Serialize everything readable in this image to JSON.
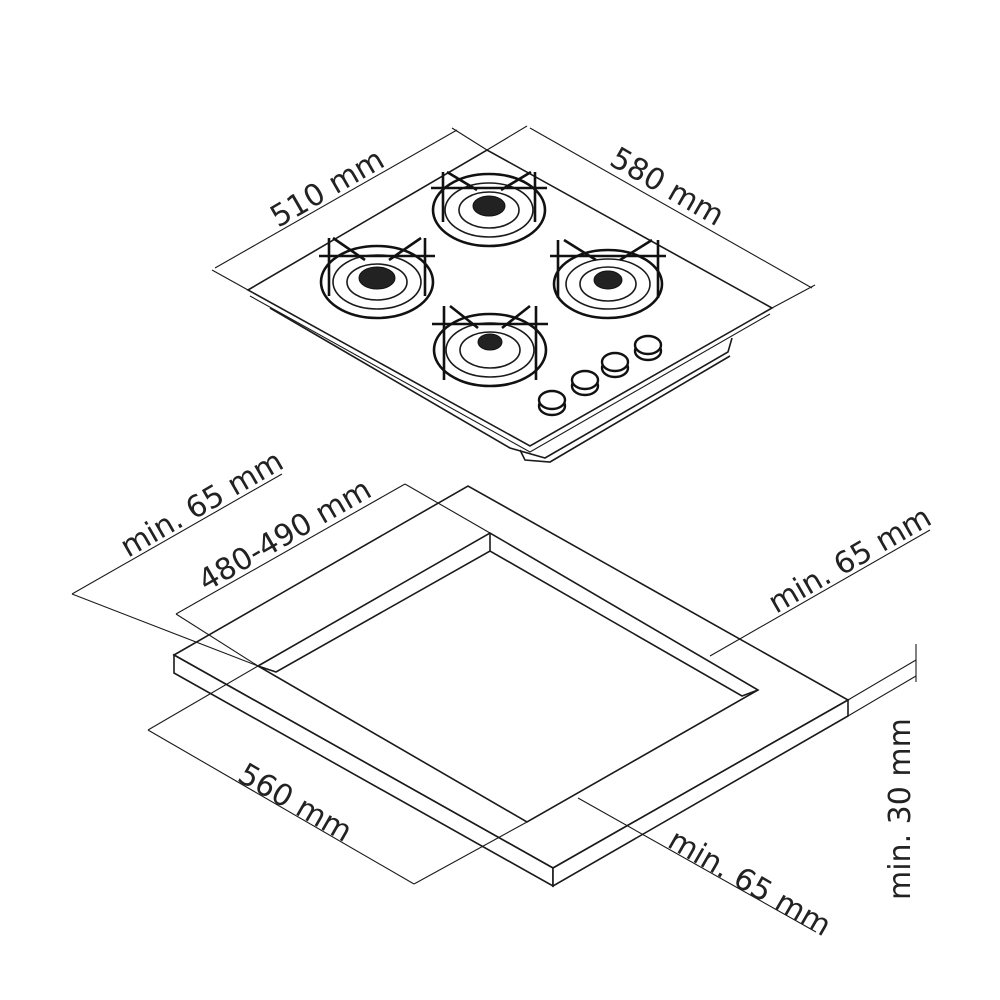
{
  "dimensions": {
    "hob_width": "510 mm",
    "hob_depth": "580 mm",
    "clearance_back": "min. 65 mm",
    "cutout_depth": "480-490 mm",
    "clearance_right": "min. 65 mm",
    "cutout_width": "560 mm",
    "clearance_front": "min. 65 mm",
    "worktop_thickness": "min. 30 mm"
  },
  "hob": {
    "burners": 4,
    "knobs": 4
  },
  "colors": {
    "line": "#1a1a1a",
    "background": "#ffffff"
  }
}
